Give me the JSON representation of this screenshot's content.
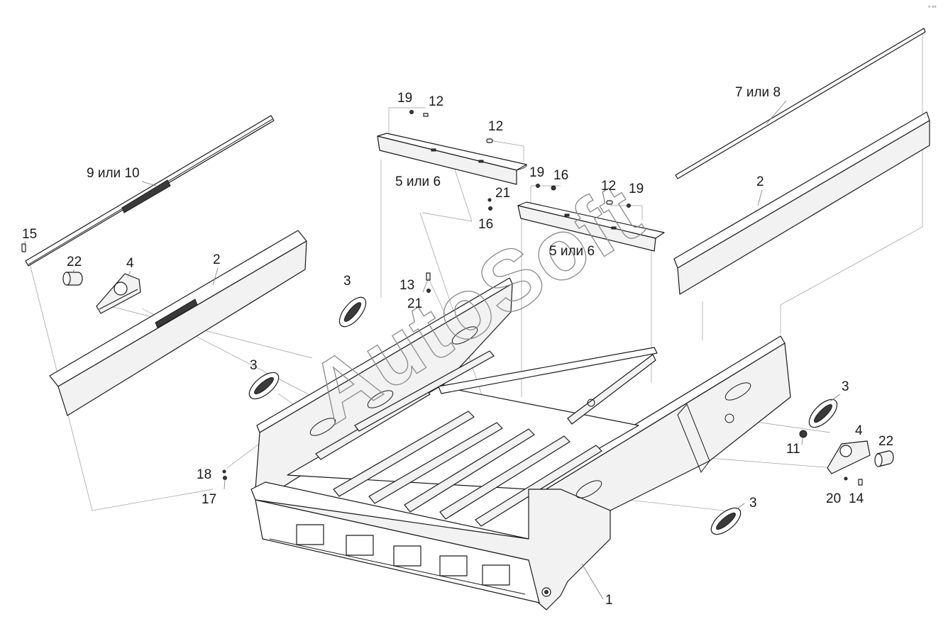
{
  "watermark": "AutoSoft",
  "corner_mark": "° °°",
  "labels": {
    "l_9_10": "9 или 10",
    "l_15": "15",
    "l_22_left": "22",
    "l_4_left": "4",
    "l_2_left": "2",
    "l_19_top": "19",
    "l_12_top": "12",
    "l_12_mid": "12",
    "l_5_6_left": "5 или 6",
    "l_21_top": "21",
    "l_16_left": "16",
    "l_19_mid": "19",
    "l_16_mid": "16",
    "l_12_right": "12",
    "l_19_right": "19",
    "l_5_6_right": "5 или 6",
    "l_7_8": "7 или 8",
    "l_2_right": "2",
    "l_3_top": "3",
    "l_13": "13",
    "l_21_mid": "21",
    "l_3_left": "3",
    "l_3_right": "3",
    "l_11": "11",
    "l_4_right": "4",
    "l_22_right": "22",
    "l_20": "20",
    "l_14": "14",
    "l_3_bottom": "3",
    "l_18": "18",
    "l_17": "17",
    "l_1": "1"
  }
}
